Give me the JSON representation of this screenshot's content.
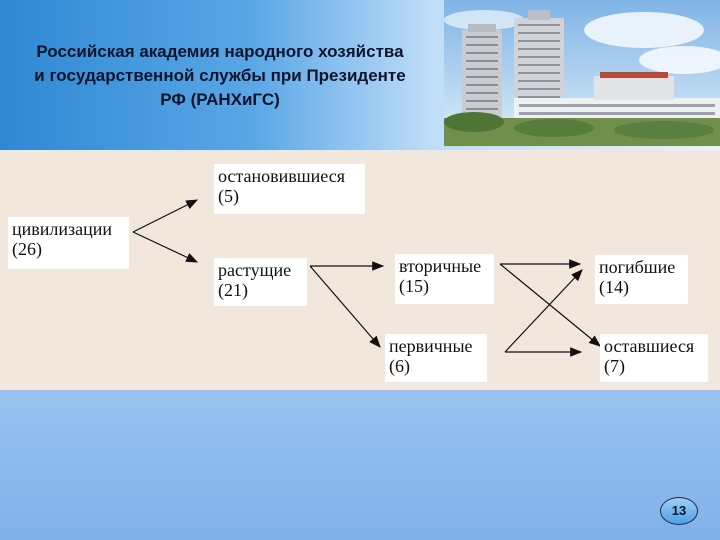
{
  "header": {
    "title": "Российская академия народного хозяйства\nи государственной службы при Президенте\nРФ (РАНХиГС)"
  },
  "diagram": {
    "nodes": {
      "civilizations": {
        "label": "цивилизации",
        "count": "(26)"
      },
      "stopped": {
        "label": "остановившиеся",
        "count": "(5)"
      },
      "growing": {
        "label": "растущие",
        "count": "(21)"
      },
      "secondary": {
        "label": "вторичные",
        "count": "(15)"
      },
      "primary": {
        "label": "первичные",
        "count": "(6)"
      },
      "perished": {
        "label": "погибшие",
        "count": "(14)"
      },
      "remained": {
        "label": "оставшиеся",
        "count": "(7)"
      }
    }
  },
  "footer": {
    "page_number": "13"
  },
  "colors": {
    "header_left": "#2f88d4",
    "panel": "#f1e7dd",
    "background": "#a9cdf3"
  }
}
